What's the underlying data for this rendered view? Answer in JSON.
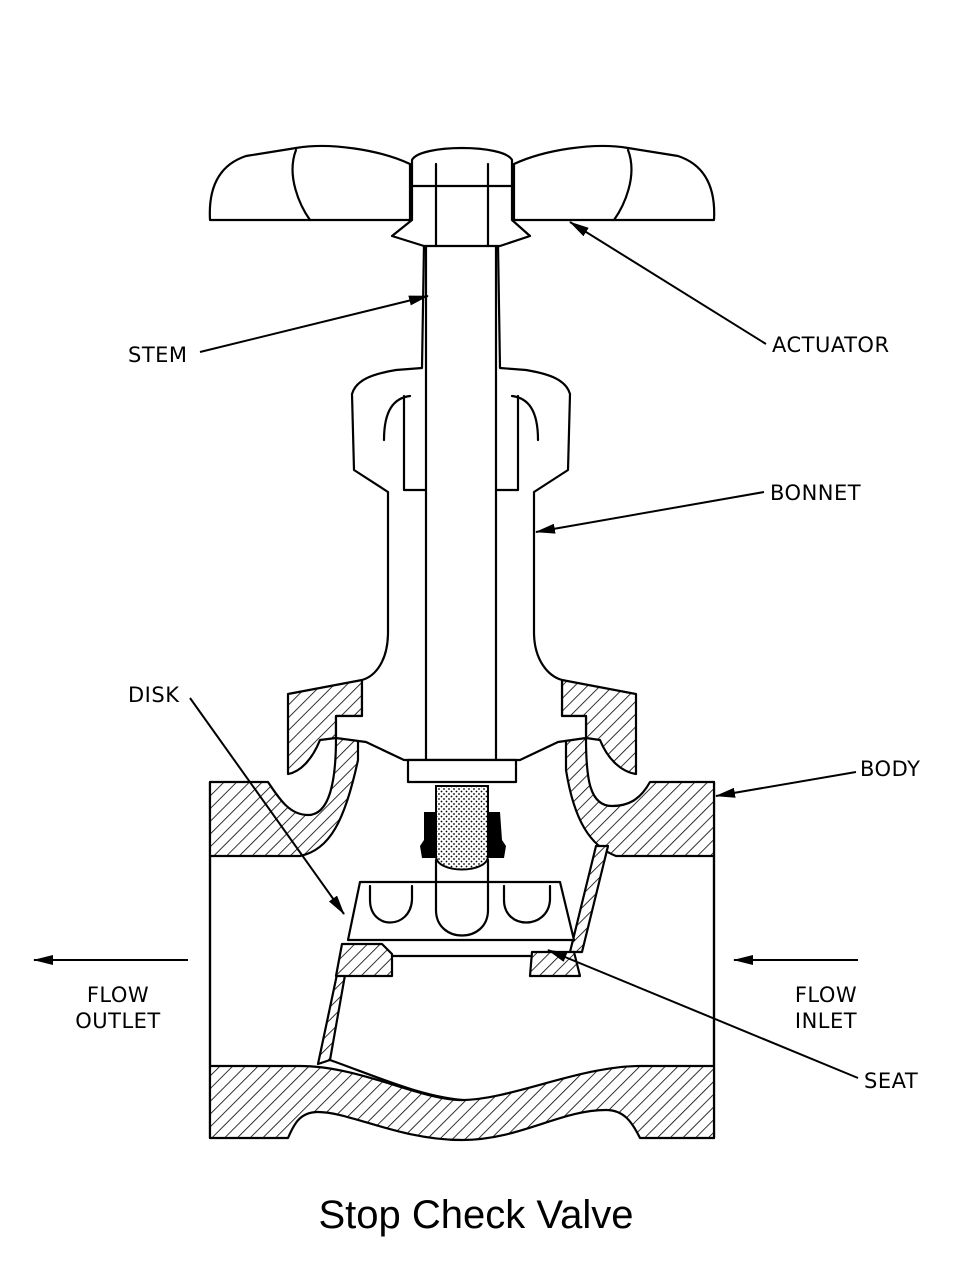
{
  "title": "Stop Check Valve",
  "labels": {
    "stem": "STEM",
    "actuator": "ACTUATOR",
    "bonnet": "BONNET",
    "disk": "DISK",
    "body": "BODY",
    "seat": "SEAT",
    "flow_outlet_line1": "FLOW",
    "flow_outlet_line2": "OUTLET",
    "flow_inlet_line1": "FLOW",
    "flow_inlet_line2": "INLET"
  }
}
